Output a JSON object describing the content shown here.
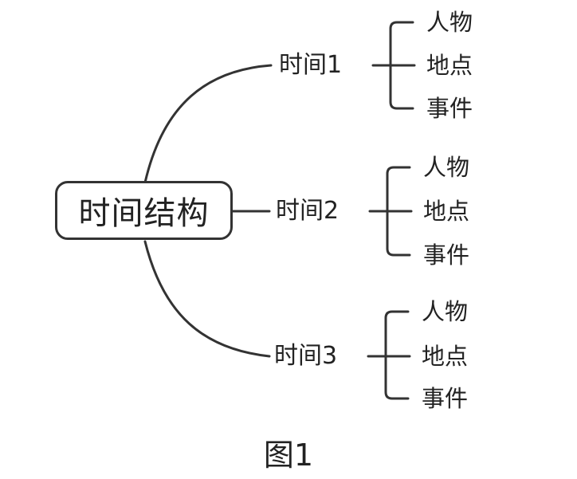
{
  "root": {
    "label": "时间结构"
  },
  "branches": [
    {
      "label": "时间1",
      "leaves": [
        "人物",
        "地点",
        "事件"
      ]
    },
    {
      "label": "时间2",
      "leaves": [
        "人物",
        "地点",
        "事件"
      ]
    },
    {
      "label": "时间3",
      "leaves": [
        "人物",
        "地点",
        "事件"
      ]
    }
  ],
  "caption": "图1"
}
